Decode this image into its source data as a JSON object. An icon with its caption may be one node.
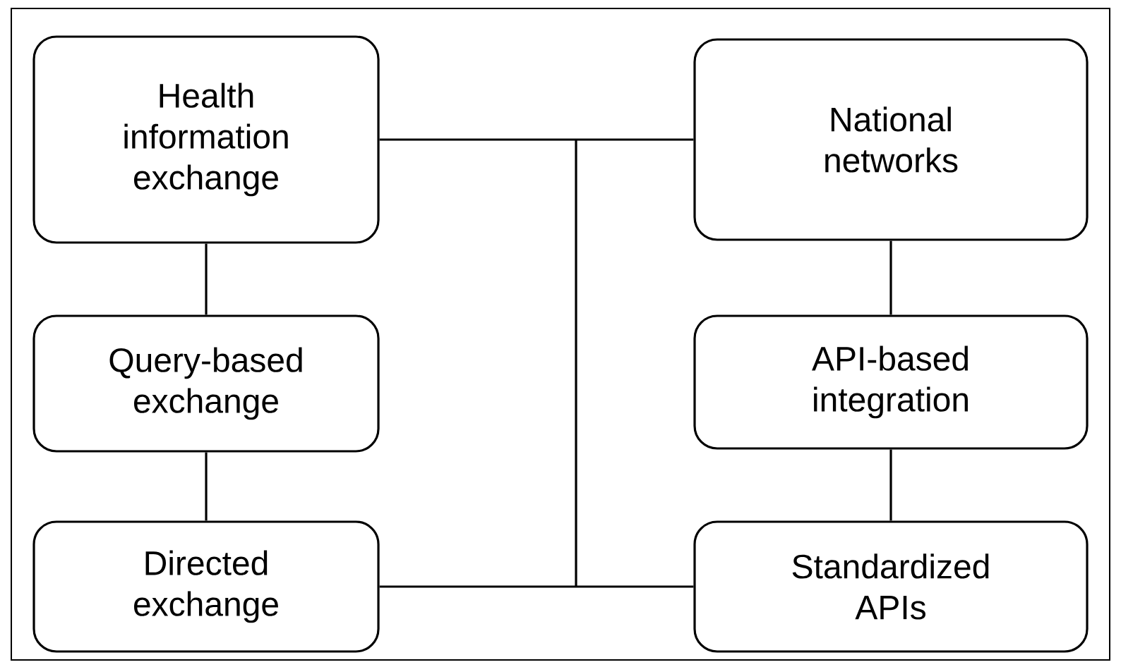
{
  "diagram": {
    "nodes": [
      {
        "text": [
          "Health information exchange"
        ]
      },
      {
        "text": [
          "Query-based exchange"
        ]
      },
      {
        "text": [
          "Directed exchange"
        ]
      },
      {
        "text": [
          "National networks"
        ]
      },
      {
        "text": [
          "API-based integration"
        ]
      },
      {
        "text": [
          "Standardized APIs"
        ]
      }
    ],
    "edges": [
      {
        "from": 0,
        "to": 1,
        "arrow": "none"
      },
      {
        "from": 1,
        "to": 2,
        "arrow": "none"
      },
      {
        "from": 3,
        "to": 4,
        "arrow": "none"
      },
      {
        "from": 4,
        "to": 5,
        "arrow": "none"
      },
      {
        "from": 0,
        "to": 3,
        "arrow": "none"
      },
      {
        "from": 2,
        "to": 5,
        "arrow": "none"
      },
      {
        "from": 0,
        "to": 5,
        "arrow": "none"
      },
      {
        "from": 3,
        "to": 2,
        "arrow": "none"
      },
      {
        "from": 0,
        "to": 2,
        "arrow": "none"
      },
      {
        "from": 3,
        "to": 5,
        "arrow": "none"
      }
    ]
  }
}
